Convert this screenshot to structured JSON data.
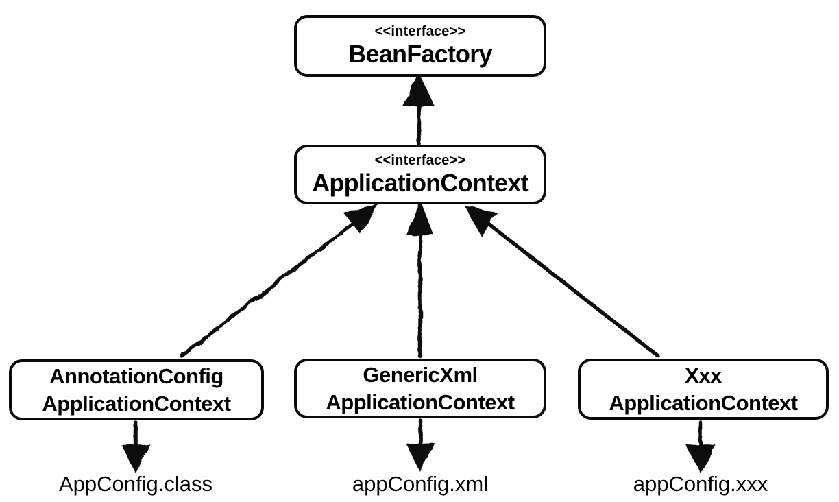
{
  "diagram": {
    "nodes": {
      "bean_factory": {
        "stereotype": "<<interface>>",
        "name": "BeanFactory"
      },
      "application_context": {
        "stereotype": "<<interface>>",
        "name": "ApplicationContext"
      },
      "annotation_config": {
        "line1": "AnnotationConfig",
        "line2": "ApplicationContext"
      },
      "generic_xml": {
        "line1": "GenericXml",
        "line2": "ApplicationContext"
      },
      "xxx": {
        "line1": "Xxx",
        "line2": "ApplicationContext"
      }
    },
    "files": {
      "app_config_class": "AppConfig.class",
      "app_config_xml": "appConfig.xml",
      "app_config_xxx": "appConfig.xxx"
    },
    "edges": [
      {
        "from": "ApplicationContext",
        "to": "BeanFactory",
        "kind": "extends-arrow-up"
      },
      {
        "from": "AnnotationConfigApplicationContext",
        "to": "ApplicationContext",
        "kind": "implements-arrow-up"
      },
      {
        "from": "GenericXmlApplicationContext",
        "to": "ApplicationContext",
        "kind": "implements-arrow-up"
      },
      {
        "from": "XxxApplicationContext",
        "to": "ApplicationContext",
        "kind": "implements-arrow-up"
      },
      {
        "from": "AnnotationConfigApplicationContext",
        "to": "AppConfig.class",
        "kind": "uses-arrow-down"
      },
      {
        "from": "GenericXmlApplicationContext",
        "to": "appConfig.xml",
        "kind": "uses-arrow-down"
      },
      {
        "from": "XxxApplicationContext",
        "to": "appConfig.xxx",
        "kind": "uses-arrow-down"
      }
    ],
    "colors": {
      "stroke": "#0a0a0a",
      "background": "#ffffff"
    }
  }
}
